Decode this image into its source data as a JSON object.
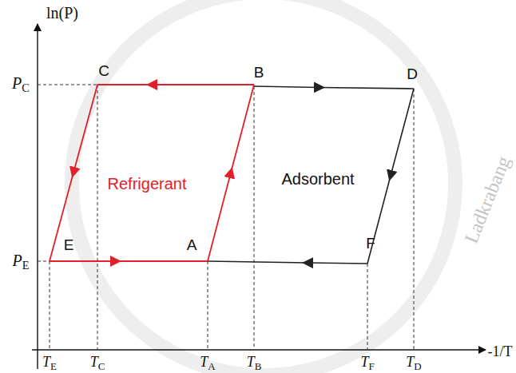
{
  "diagram": {
    "labels": [
      "ln(P)",
      "PC",
      "PE",
      "C",
      "B",
      "D",
      "Refrigerant",
      "Adsorbent",
      "E",
      "A",
      "F",
      "TE",
      "TC",
      "TA",
      "TB",
      "TF",
      "TD",
      "-1/T",
      "Ladkrabang"
    ]
  }
}
